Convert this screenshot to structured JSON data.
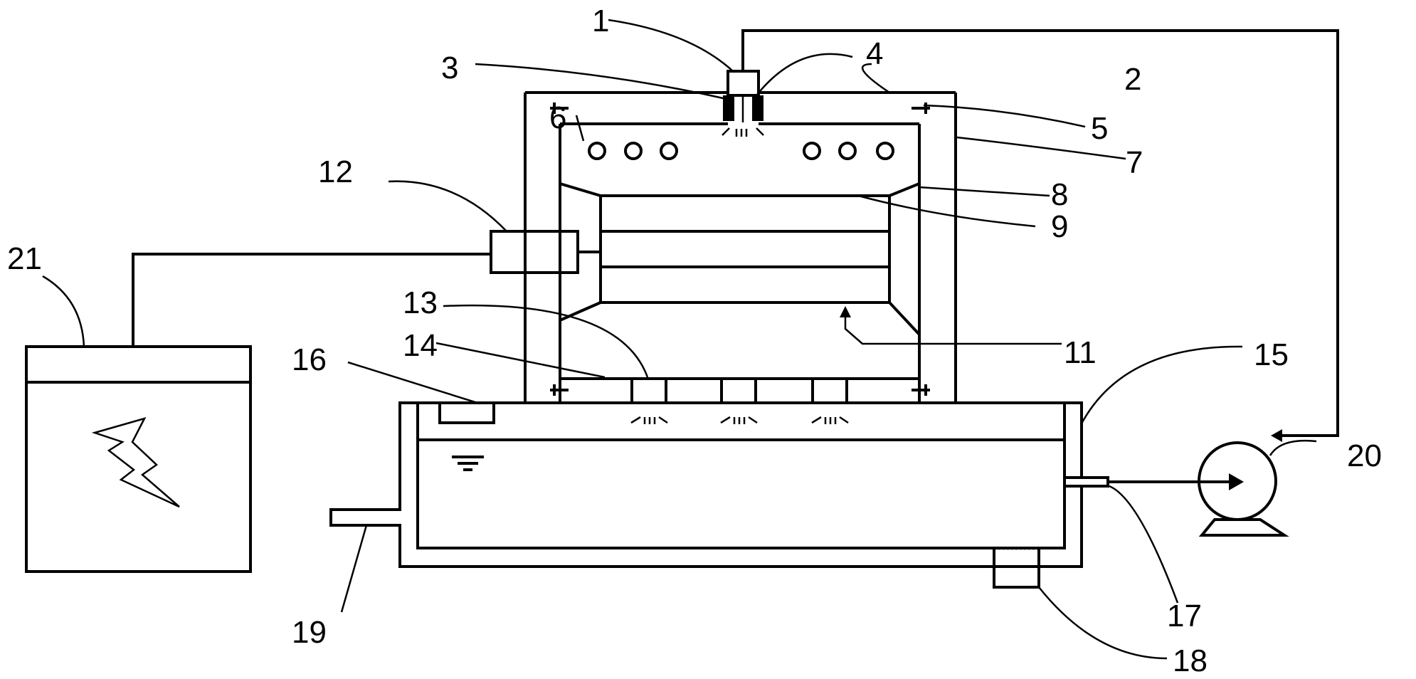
{
  "labels": {
    "l1": "1",
    "l2": "2",
    "l3": "3",
    "l4": "4",
    "l5": "5",
    "l6": "6",
    "l7": "7",
    "l8": "8",
    "l9": "9",
    "l11": "11",
    "l12": "12",
    "l13": "13",
    "l14": "14",
    "l15": "15",
    "l16": "16",
    "l17": "17",
    "l18": "18",
    "l19": "19",
    "l20": "20",
    "l21": "21"
  },
  "icons": {
    "power_supply": "lightning-bolt-icon",
    "pump": "pump-icon",
    "water_level": "water-level-icon"
  }
}
